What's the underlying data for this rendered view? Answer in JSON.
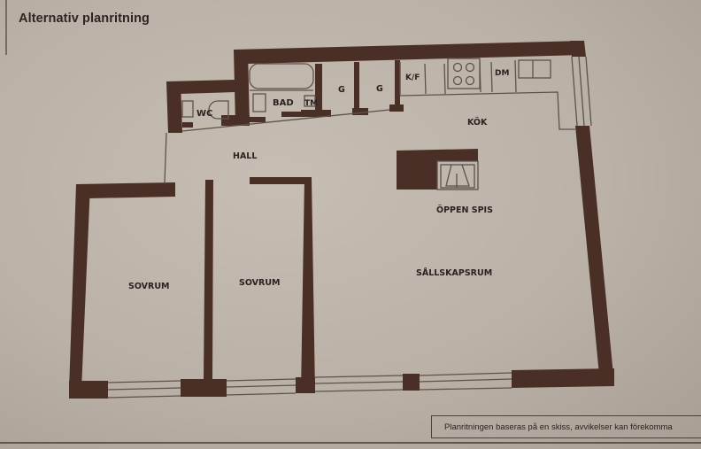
{
  "title": "Alternativ planritning",
  "rooms": {
    "wc": "WC",
    "bad": "BAD",
    "tm": "TM",
    "g1": "G",
    "g2": "G",
    "kf": "K/F",
    "dm": "DM",
    "kok": "KÖK",
    "hall": "HALL",
    "oppen_spis": "ÖPPEN SPIS",
    "sovrum1": "SOVRUM",
    "sovrum2": "SOVRUM",
    "sallskapsrum": "SÅLLSKAPSRUM"
  },
  "disclaimer": "Planritningen baseras på en skiss, avvikelser kan förekomma",
  "colors": {
    "wall": "#4a2f27",
    "paper": "#bcb3a9",
    "line": "#5d524b",
    "text": "#2b2320"
  }
}
